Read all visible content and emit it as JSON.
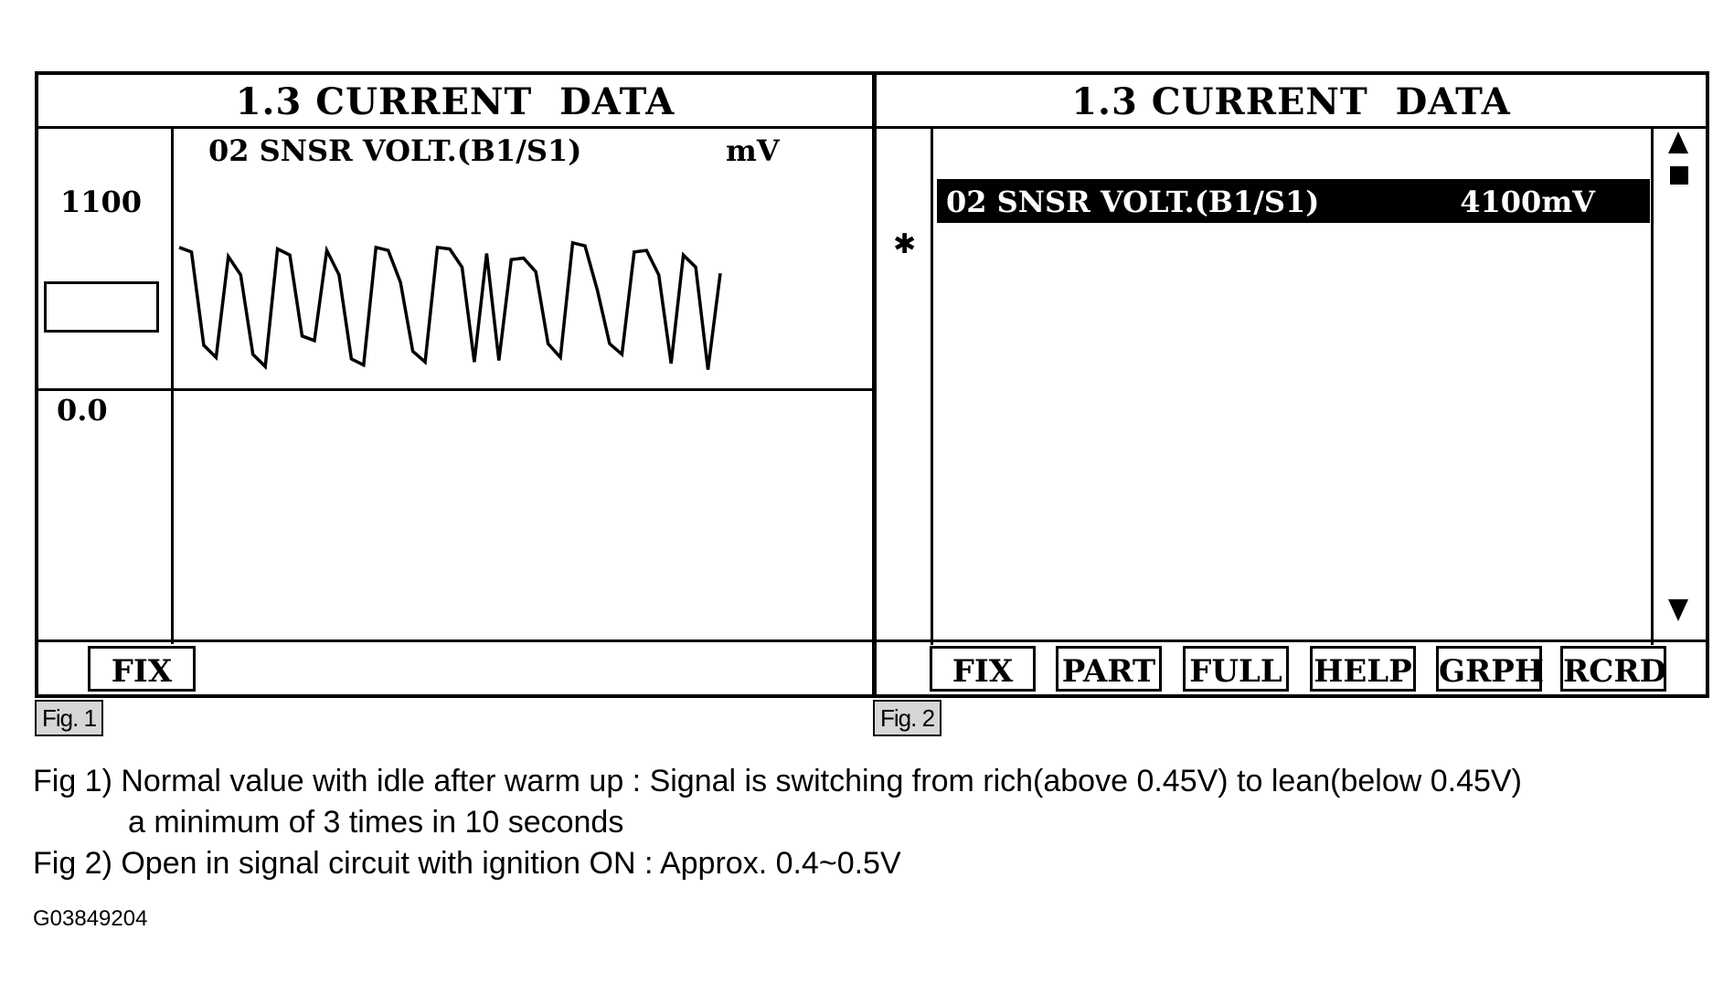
{
  "fig1": {
    "title": "1.3 CURRENT  DATA",
    "y_max": "1100",
    "y_min": "0.0",
    "sensor_label": "02 SNSR VOLT.(B1/S1)",
    "unit": "mV",
    "fix_button": "FIX",
    "tag": "Fig. 1"
  },
  "fig2": {
    "title": "1.3 CURRENT  DATA",
    "marker": "✱",
    "row_label": "02 SNSR VOLT.(B1/S1)",
    "row_value": "4100mV",
    "buttons": [
      "FIX",
      "PART",
      "FULL",
      "HELP",
      "GRPH",
      "RCRD"
    ],
    "tag": "Fig. 2"
  },
  "captions": {
    "line1": "Fig 1) Normal value with idle after warm up : Signal is switching from rich(above 0.45V) to lean(below 0.45V)",
    "line2": "a minimum of 3 times in 10 seconds",
    "line3": "Fig 2) Open in signal circuit with ignition ON : Approx. 0.4~0.5V"
  },
  "figure_code": "G03849204",
  "chart_data": {
    "type": "line",
    "ylim": [
      0,
      1100
    ],
    "series": [
      {
        "values": [
          880,
          850,
          240,
          160,
          820,
          700,
          180,
          100,
          870,
          830,
          300,
          270,
          860,
          700,
          150,
          110,
          880,
          860,
          650,
          200,
          130,
          880,
          870,
          750,
          130,
          840,
          140,
          800,
          810,
          720,
          250,
          160,
          910,
          890,
          600,
          250,
          180,
          850,
          860,
          700,
          120,
          830,
          750,
          80,
          710
        ]
      }
    ]
  }
}
